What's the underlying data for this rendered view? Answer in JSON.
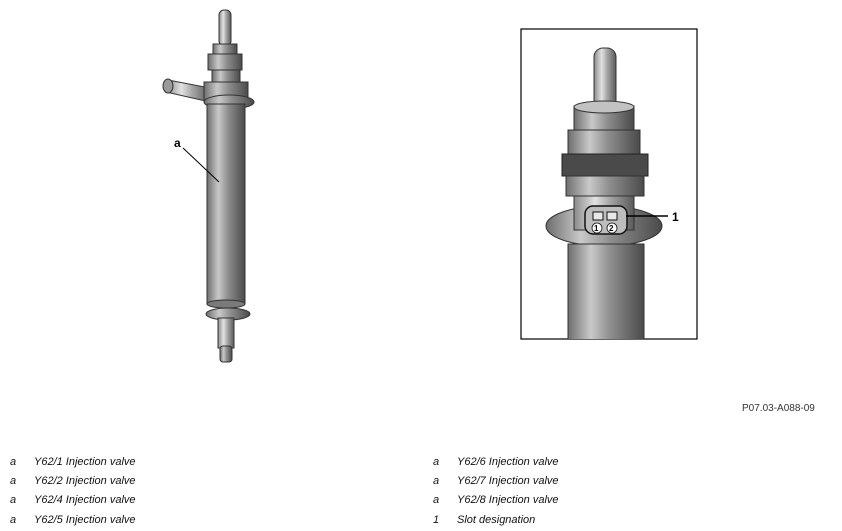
{
  "callouts": {
    "injector_label": "a",
    "detail_label": "1",
    "pin_1": "1",
    "pin_2": "2"
  },
  "figure_code": "P07.03-A088-09",
  "legend_left": [
    {
      "key": "a",
      "text": "Y62/1 Injection valve"
    },
    {
      "key": "a",
      "text": "Y62/2 Injection valve"
    },
    {
      "key": "a",
      "text": "Y62/4 Injection valve"
    },
    {
      "key": "a",
      "text": "Y62/5 Injection valve"
    }
  ],
  "legend_right": [
    {
      "key": "a",
      "text": "Y62/6 Injection valve"
    },
    {
      "key": "a",
      "text": "Y62/7 Injection valve"
    },
    {
      "key": "a",
      "text": "Y62/8 Injection valve"
    },
    {
      "key": "1",
      "text": "Slot designation"
    }
  ]
}
